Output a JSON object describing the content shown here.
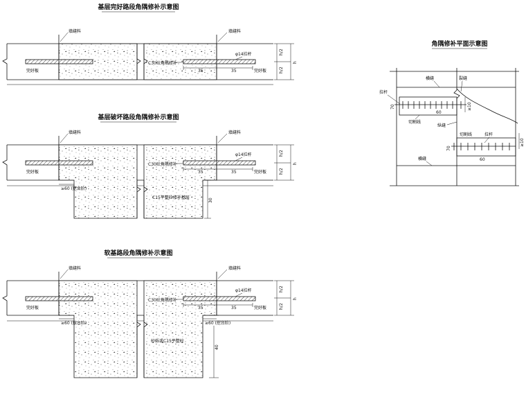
{
  "titles": {
    "top": "基层完好路段角隅修补示意图",
    "middle": "基层破坏路段角隅修补示意图",
    "bottom": "软基路段角隅修补示意图",
    "plan": "角隅修补平面示意图"
  },
  "labels": {
    "joint_filler": "填缝料",
    "intact_slab": "完好板",
    "c30_repair": "C30砼角隅修补",
    "tie_bar": "φ14拉杆",
    "dim_35": "35",
    "h_half": "h/2",
    "h": "h",
    "excavation_step": "≥60 (挖台阶)",
    "c15_base": "C15平整砼修补基层",
    "dim_30": "30",
    "gravel_or_c15": "砂砾或C15平整砼",
    "dim_40": "40",
    "transverse_joint": "横缝",
    "crack": "裂缝",
    "cut_line": "切割线",
    "longitudinal_joint": "纵缝",
    "tie_rod": "拉杆",
    "dim_60": "60",
    "dim_70": "70",
    "dim_ge10": "≥10"
  }
}
